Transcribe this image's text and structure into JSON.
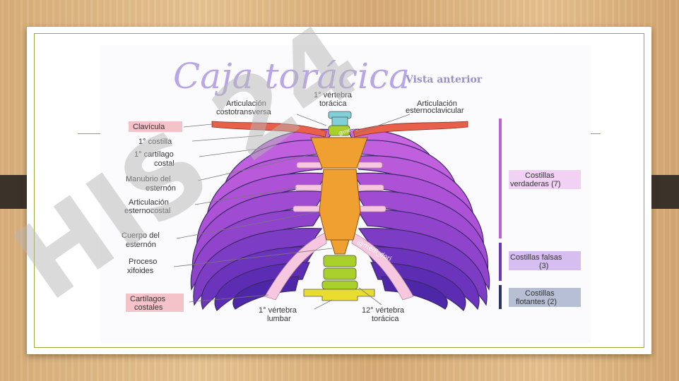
{
  "title": "Caja torácica",
  "subtitle": "Vista anterior",
  "watermarks": {
    "main": "HIS 24",
    "credit_top": "@medi_dori",
    "credit_bottom": "@medi_dori"
  },
  "labels": {
    "clavicula": "Clavícula",
    "costilla1": "1° costilla",
    "cartilago1_l1": "1° cartílago",
    "cartilago1_l2": "costal",
    "manubrio_l1": "Manubrio del",
    "manubrio_l2": "esternón",
    "art_esternocostal_l1": "Articulación",
    "art_esternocostal_l2": "esternocostal",
    "cuerpo_l1": "Cuerpo del",
    "cuerpo_l2": "esternón",
    "xifoides_l1": "Proceso",
    "xifoides_l2": "xifoides",
    "cartilagos_l1": "Cartílagos",
    "cartilagos_l2": "costales",
    "art_costotrans_l1": "Articulación",
    "art_costotrans_l2": "costotransversa",
    "vert_toracica1_l1": "1° vértebra",
    "vert_toracica1_l2": "torácica",
    "art_esternoclav_l1": "Articulación",
    "art_esternoclav_l2": "esternoclavicular",
    "vert_lumbar_l1": "1° vértebra",
    "vert_lumbar_l2": "lumbar",
    "vert_toracica12_l1": "12° vértebra",
    "vert_toracica12_l2": "torácica"
  },
  "rib_groups": {
    "verdaderas_l1": "Costillas",
    "verdaderas_l2": "verdaderas (7)",
    "falsas_l1": "Costillas falsas",
    "falsas_l2": "(3)",
    "flotantes_l1": "Costillas",
    "flotantes_l2": "flotantes (2)"
  },
  "colors": {
    "rib_light": "#c160e0",
    "rib_dark": "#5a2bb0",
    "sternum": "#f0a030",
    "clavicle": "#e8604a",
    "cartilage": "#f6c7df",
    "vertebra_top": "#7fd0d8",
    "vertebra_lumbar": "#e8dc30",
    "vertebra_thoracic": "#a8cf2a",
    "verdaderas_bar": "#b963d6",
    "falsas_bar": "#6a38b4",
    "flotantes_bar": "#2c3566",
    "watermark_purple": "#c8b6f5",
    "watermark_gray": "#b5b5b5"
  }
}
